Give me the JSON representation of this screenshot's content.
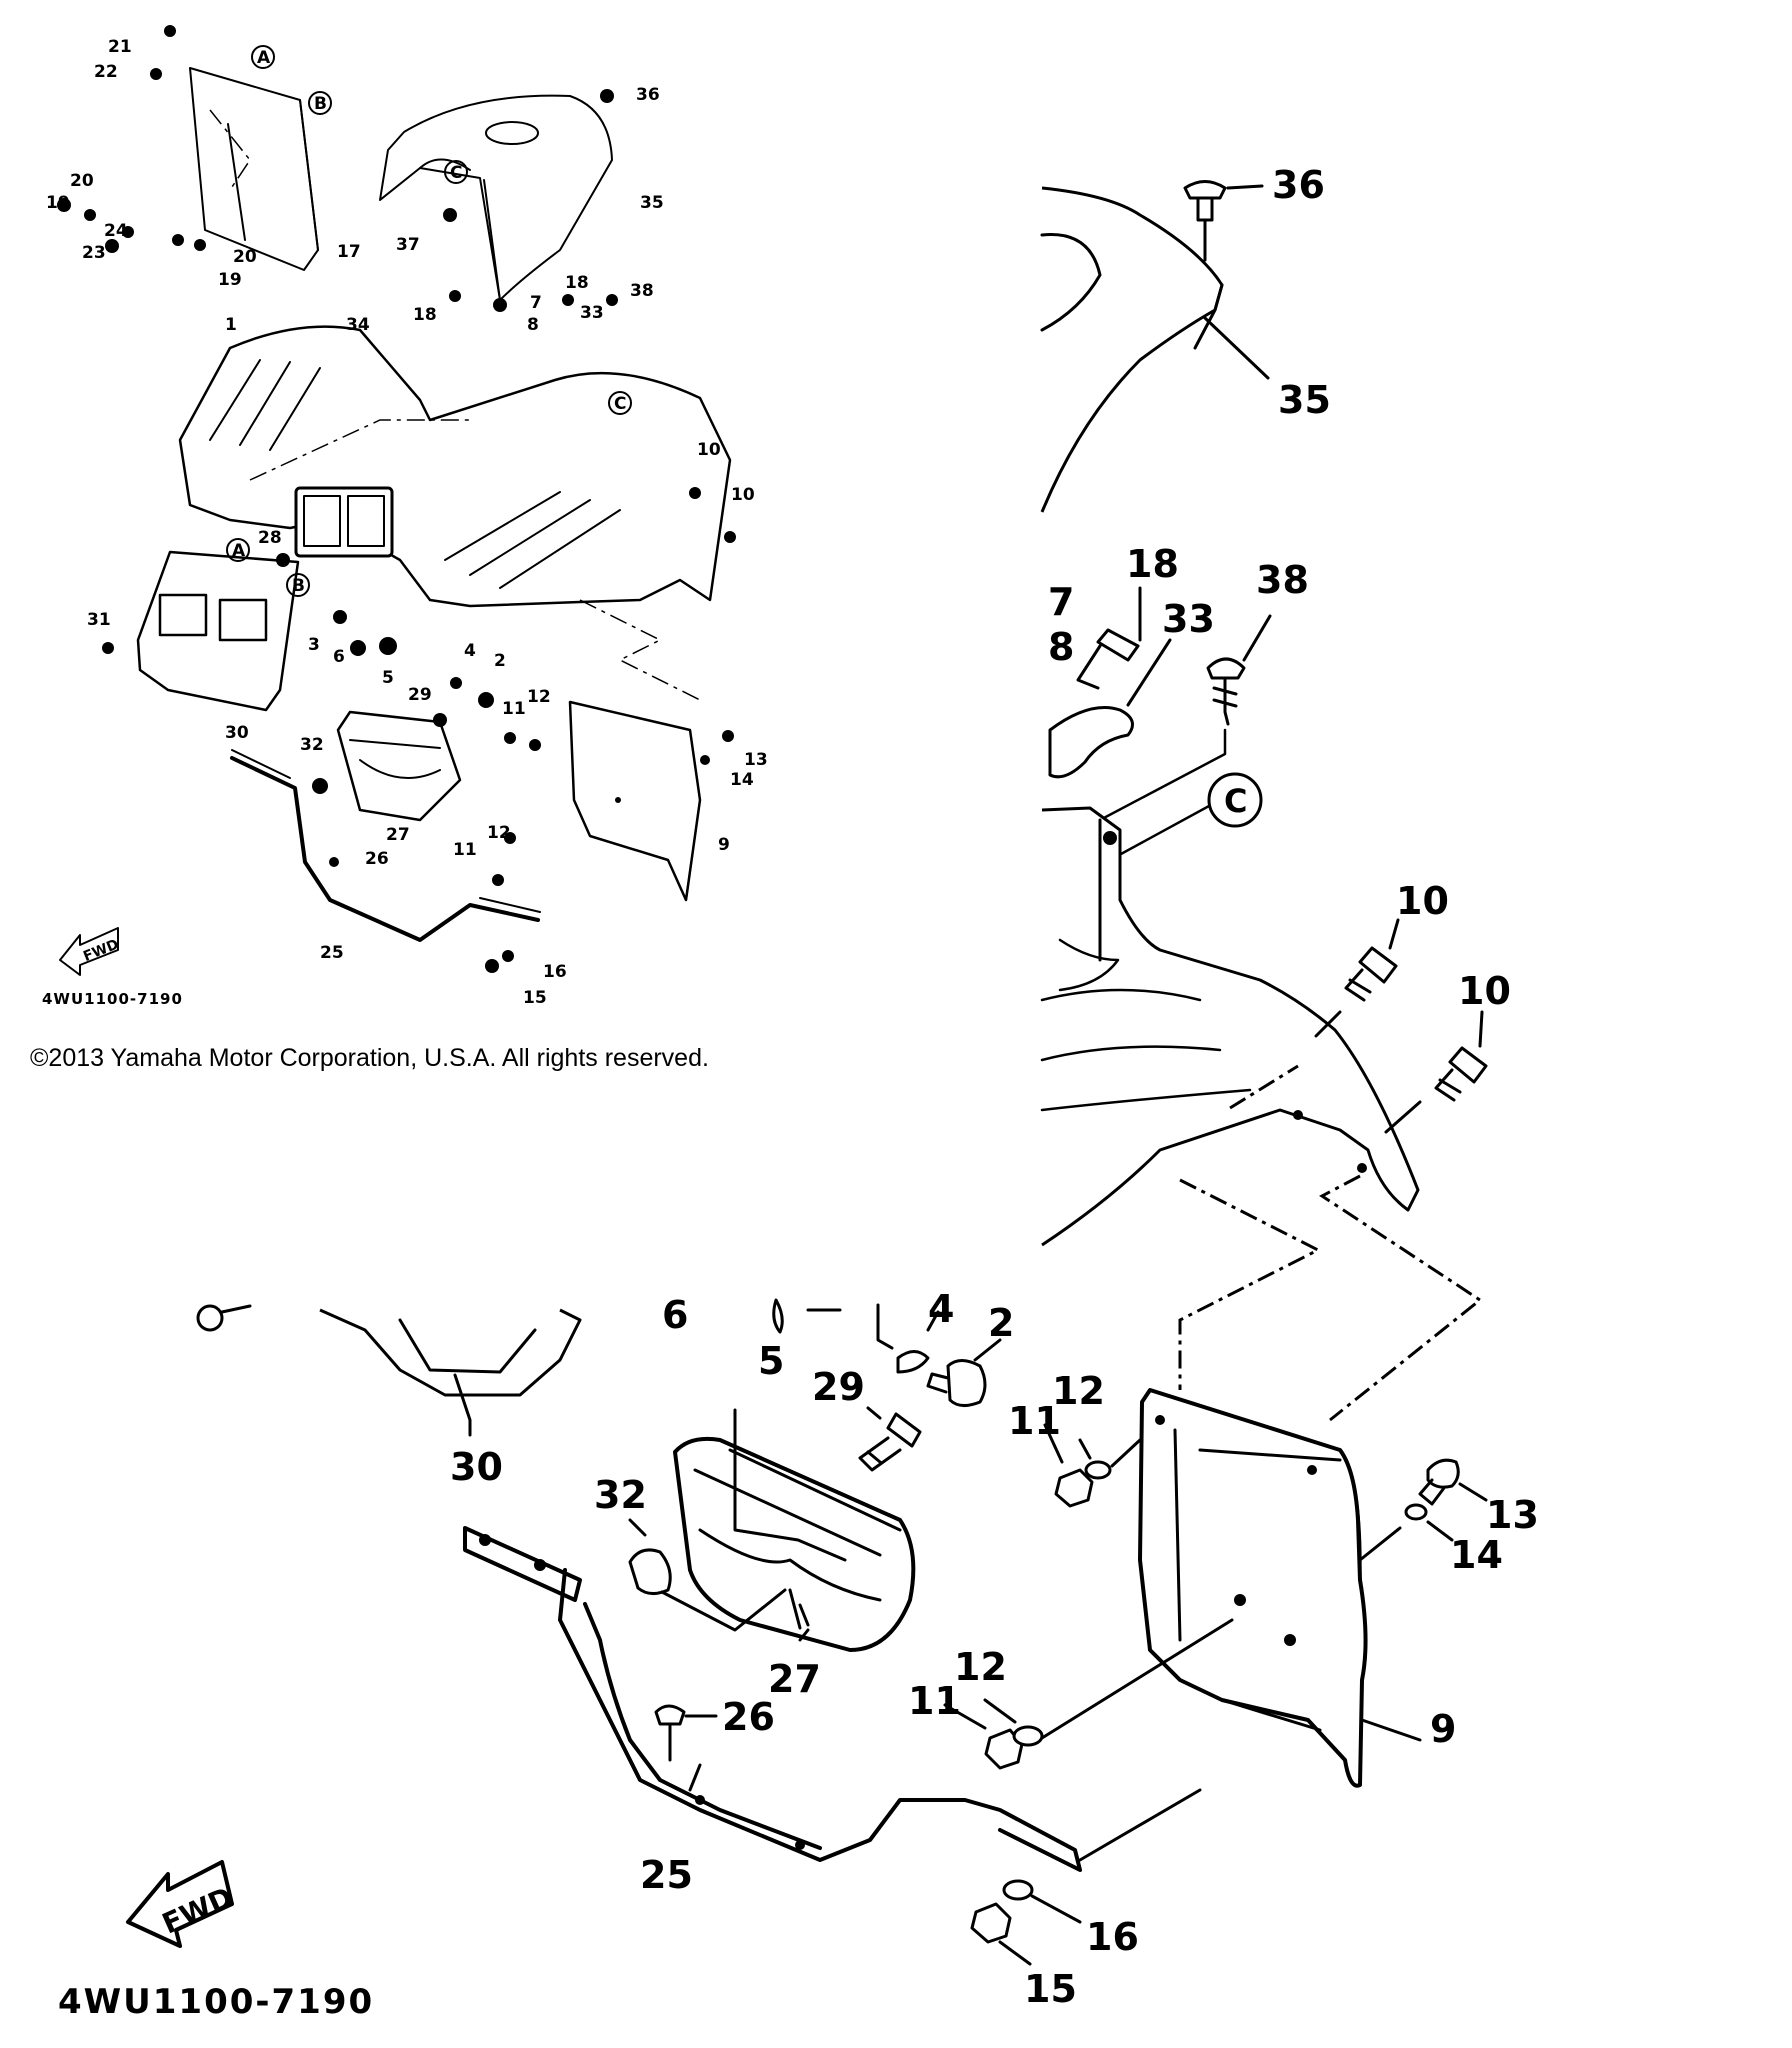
{
  "diagram": {
    "copyright": "©2013 Yamaha Motor Corporation, U.S.A. All rights reserved.",
    "diagram_code": "4WU1100-7190",
    "fwd_label": "FWD",
    "callout_letters": [
      "A",
      "B",
      "C"
    ],
    "part_numbers": [
      "1",
      "2",
      "3",
      "4",
      "5",
      "6",
      "7",
      "8",
      "9",
      "10",
      "11",
      "12",
      "13",
      "14",
      "15",
      "16",
      "17",
      "18",
      "19",
      "20",
      "21",
      "22",
      "23",
      "24",
      "25",
      "26",
      "27",
      "28",
      "29",
      "30",
      "31",
      "32",
      "33",
      "34",
      "35",
      "36",
      "37",
      "38"
    ]
  }
}
